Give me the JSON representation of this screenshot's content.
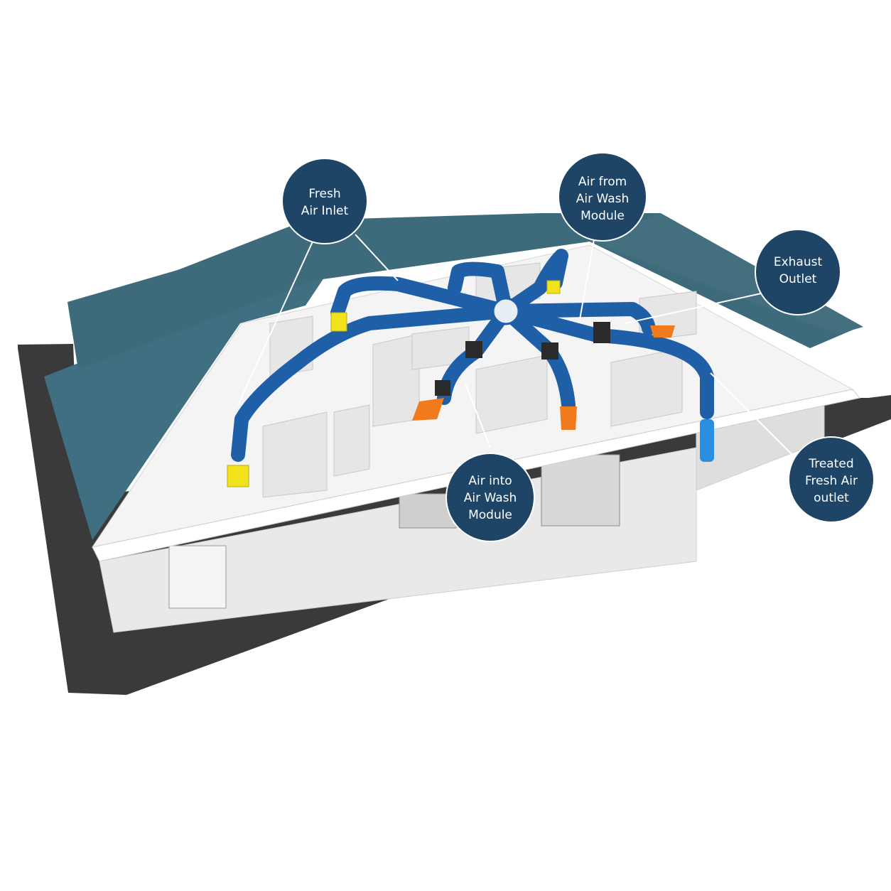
{
  "diagram": {
    "colors": {
      "callout_fill": "#1e4466",
      "duct": "#1f5fa8",
      "duct_dark": "#163f72",
      "roof": "#3f6f80",
      "ground": "#3a3a3c",
      "walls": "#efefef",
      "inlet_yellow": "#f2e21c",
      "exhaust_orange": "#f07a1c",
      "treated_blue": "#2a8fe0"
    },
    "callouts": [
      {
        "id": "fresh-air-inlet",
        "lines": [
          "Fresh",
          "Air Inlet"
        ]
      },
      {
        "id": "air-from-air-wash-module",
        "lines": [
          "Air from",
          "Air Wash",
          "Module"
        ]
      },
      {
        "id": "exhaust-outlet",
        "lines": [
          "Exhaust",
          "Outlet"
        ]
      },
      {
        "id": "treated-fresh-air-outlet",
        "lines": [
          "Treated",
          "Fresh Air",
          "outlet"
        ]
      },
      {
        "id": "air-into-air-wash-module",
        "lines": [
          "Air into",
          "Air Wash",
          "Module"
        ]
      }
    ]
  }
}
